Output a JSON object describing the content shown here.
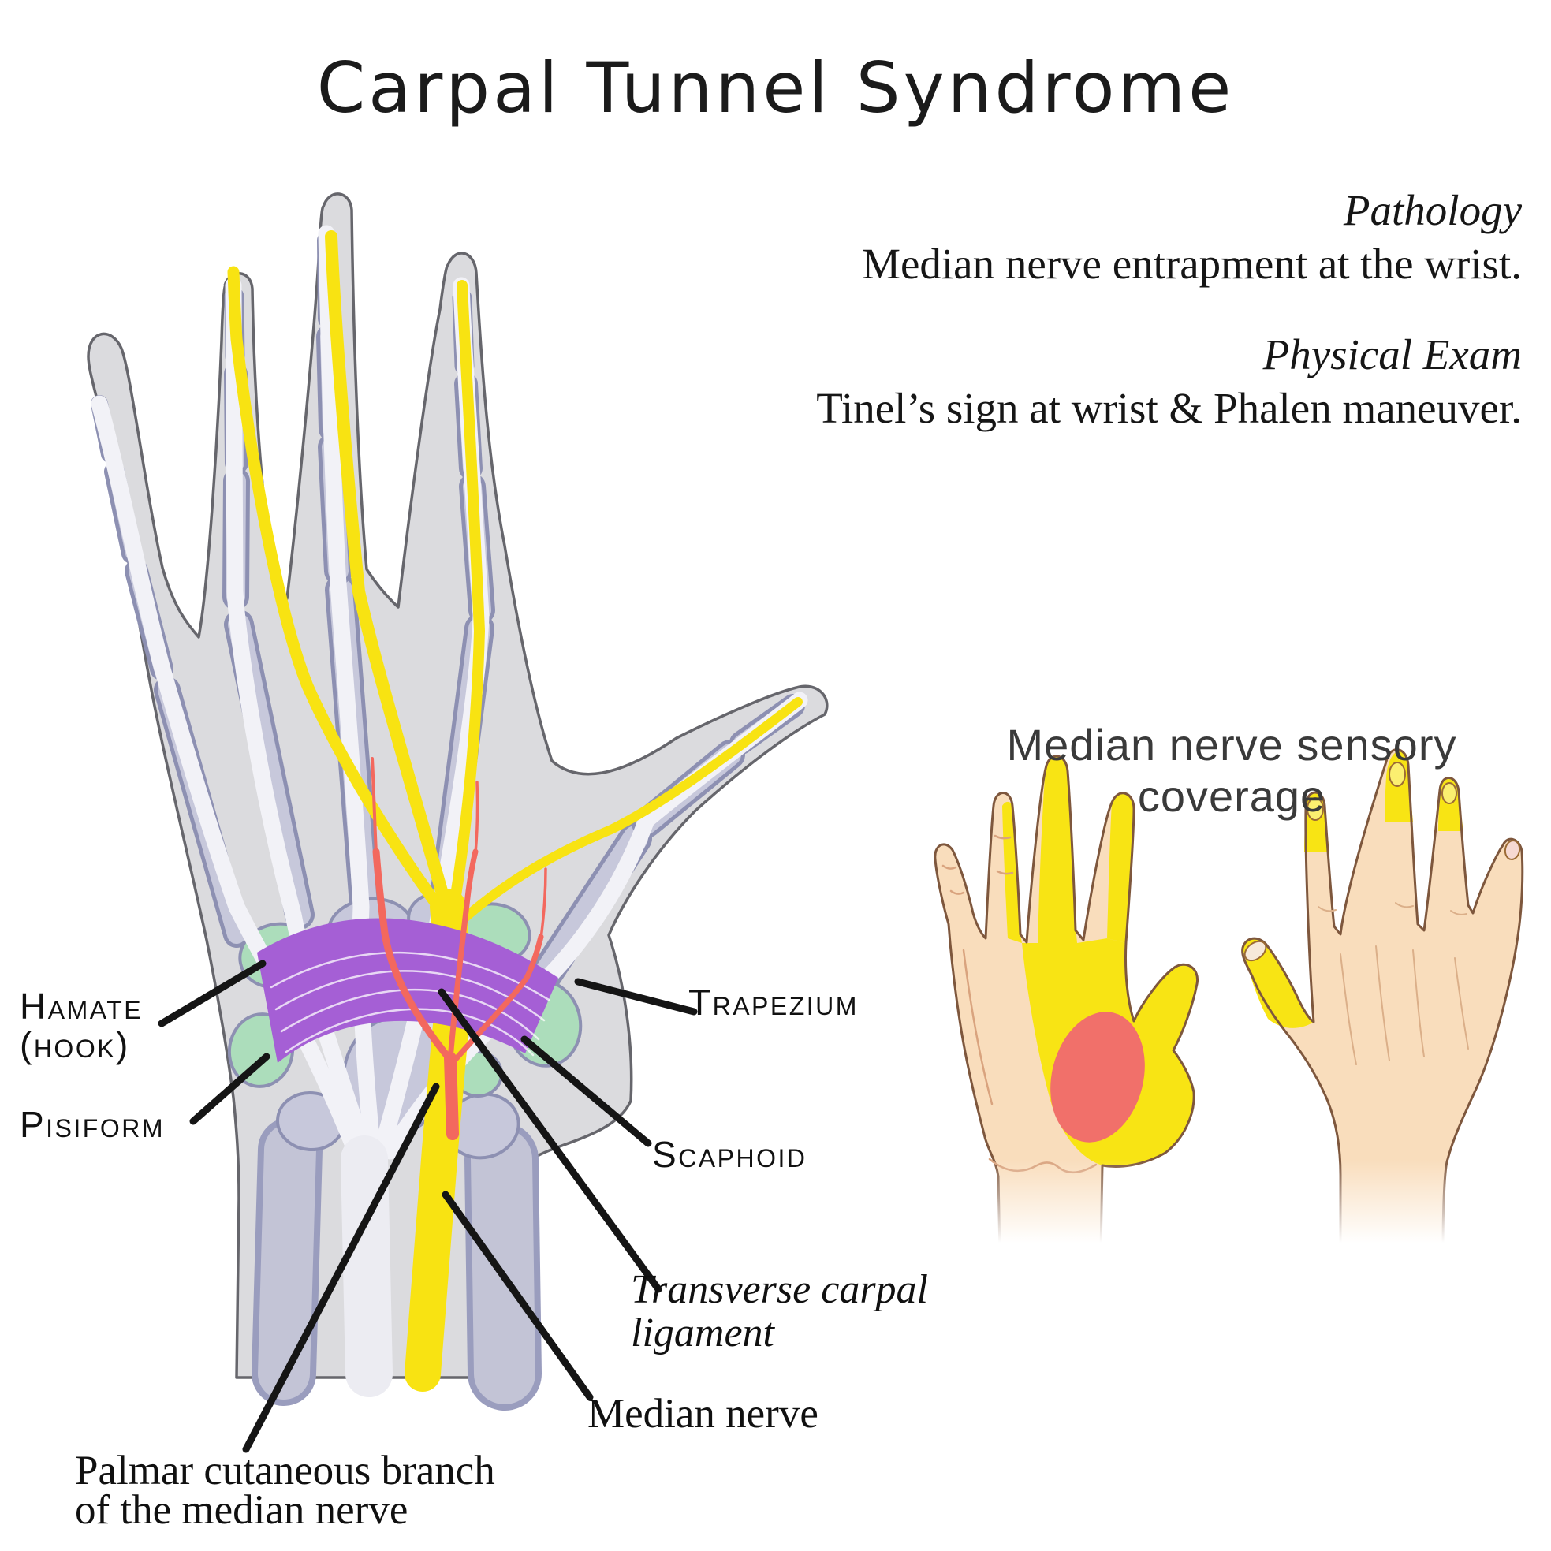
{
  "title": "Carpal Tunnel Syndrome",
  "info": {
    "pathology_heading": "Pathology",
    "pathology_text": "Median nerve entrapment at the wrist.",
    "exam_heading": "Physical Exam",
    "exam_text": "Tinel’s sign at wrist & Phalen maneuver."
  },
  "sensory": {
    "heading": "Median nerve sensory coverage"
  },
  "labels": {
    "hamate_line1": "Hamate",
    "hamate_line2": "(hook)",
    "pisiform": "Pisiform",
    "trapezium": "Trapezium",
    "scaphoid": "Scaphoid",
    "tcl_line1": "Transverse carpal",
    "tcl_line2": "ligament",
    "median_nerve": "Median nerve",
    "palmar_line1": "Palmar cutaneous branch",
    "palmar_line2": "of the median nerve"
  },
  "colors": {
    "nerve_yellow": "#F8E312",
    "ligament_purple": "#A55FD5",
    "branch_red": "#F3685E",
    "carpal_green": "#ACDDBB",
    "bone_fill": "#C7C8DB",
    "bone_outline": "#8D90B2",
    "hand_gray": "#DBDBDE",
    "tendon_white": "#F2F2F7",
    "skin": "#F9DDBC",
    "skin_outline": "#7E573D",
    "thenar_red": "#F1706A",
    "text_dark": "#161616"
  }
}
